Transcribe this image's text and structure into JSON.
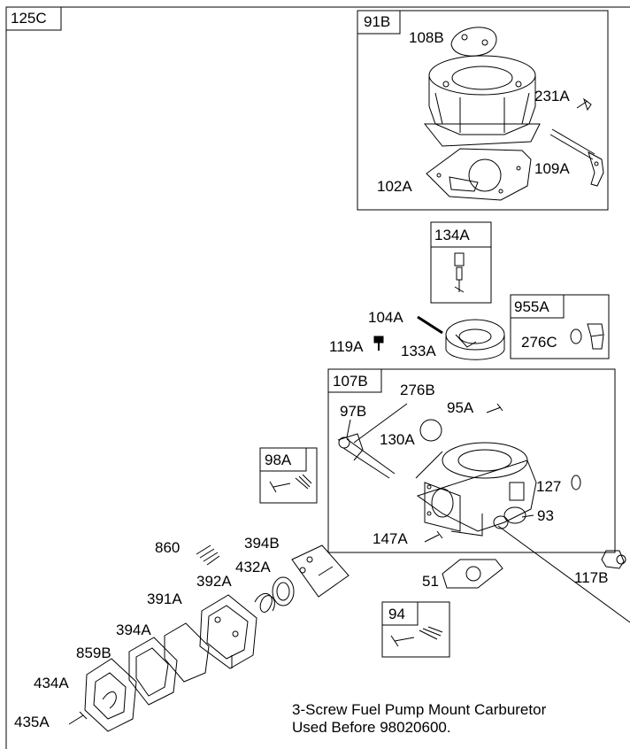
{
  "diagram": {
    "main_label": "125C",
    "groups": {
      "g91B": "91B",
      "g134A": "134A",
      "g955A": "955A",
      "g107B": "107B",
      "g98A": "98A",
      "g94": "94"
    },
    "parts": {
      "p108B": "108B",
      "p231A": "231A",
      "p109A": "109A",
      "p102A": "102A",
      "p104A": "104A",
      "p119A": "119A",
      "p133A": "133A",
      "p276C": "276C",
      "p276B": "276B",
      "p97B": "97B",
      "p95A": "95A",
      "p130A": "130A",
      "p127": "127",
      "p93": "93",
      "p147A": "147A",
      "p117B": "117B",
      "p51": "51",
      "p860": "860",
      "p394B_top": "394B",
      "p432A": "432A",
      "p392A": "392A",
      "p391A": "391A",
      "p394A": "394A",
      "p859B": "859B",
      "p434A": "434A",
      "p435A": "435A"
    },
    "caption_line1": "3-Screw Fuel Pump Mount Carburetor",
    "caption_line2": "Used Before 98020600."
  }
}
